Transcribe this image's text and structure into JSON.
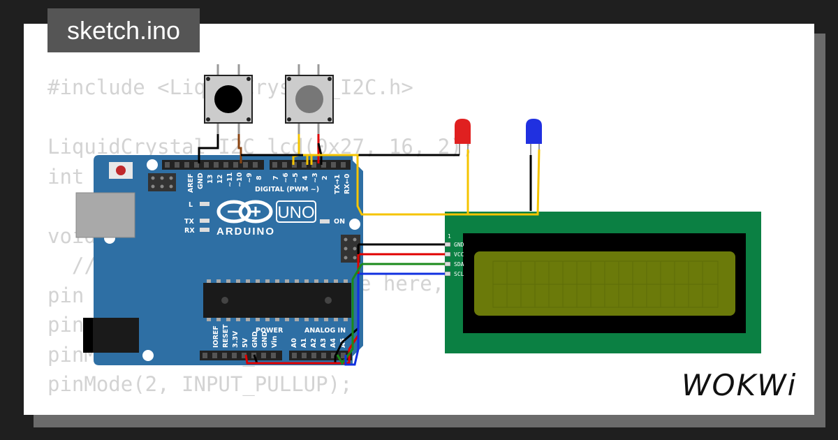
{
  "tab": {
    "filename": "sketch.ino"
  },
  "code_lines": [
    "#include <LiquidCrystal_I2C.h>",
    "",
    "LiquidCrystal_I2C lcd(0x27, 16, 2);",
    "int",
    "",
    "void",
    "  //",
    "pin",
    "pin",
    "pinMode(3, INPUT_PULLUP);",
    "pinMode(2, INPUT_PULLUP);"
  ],
  "code_fragments": {
    "comment_tail": "e here,"
  },
  "brand": {
    "name": "WOKWi"
  },
  "arduino": {
    "board_label": "UNO",
    "brand_label": "ARDUINO",
    "digital_header": "DIGITAL (PWM ~)",
    "top_pins": [
      "AREF",
      "GND",
      "13",
      "12",
      "~11",
      "~10",
      "~9",
      "8",
      "7",
      "~6",
      "~5",
      "4",
      "~3",
      "2",
      "TX→1",
      "RX←0"
    ],
    "power_header": "POWER",
    "analog_header": "ANALOG IN",
    "bottom_pins": [
      "IOREF",
      "RESET",
      "3.3V",
      "5V",
      "GND",
      "GND",
      "Vin",
      "A0",
      "A1",
      "A2",
      "A3",
      "A4",
      "A5"
    ],
    "led_labels": [
      "L",
      "TX",
      "RX"
    ],
    "on_label": "ON"
  },
  "lcd": {
    "pin_one": "1",
    "pins": [
      "GND",
      "VCC",
      "SDA",
      "SCL"
    ]
  },
  "colors": {
    "board": "#2e6fa4",
    "lcd_pcb": "#0b8043",
    "lcd_screen": "#6b7a0a",
    "wire_red": "#e00000",
    "wire_yellow": "#f5c400",
    "wire_brown": "#8b4513",
    "wire_green": "#1a8a1a",
    "wire_blue": "#1030e0",
    "led_red": "#e02020",
    "led_blue": "#2030e0"
  }
}
